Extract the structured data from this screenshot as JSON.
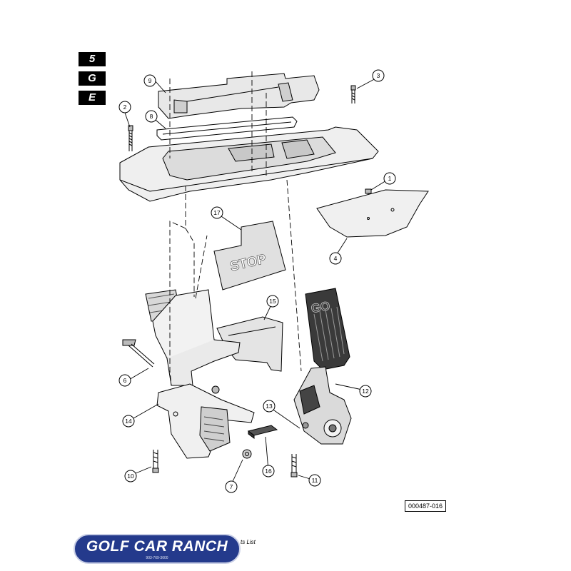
{
  "side_tabs": [
    "5",
    "G",
    "E"
  ],
  "callouts": [
    "1",
    "2",
    "3",
    "4",
    "6",
    "7",
    "8",
    "9",
    "10",
    "11",
    "12",
    "13",
    "14",
    "15",
    "16",
    "17"
  ],
  "pedal_labels": {
    "stop": "STOP",
    "go": "GO"
  },
  "figure_id": "000487-016",
  "logo": {
    "title": "GOLF CAR RANCH",
    "phone": "903-769-3600"
  },
  "caption_fragment": "ts List",
  "colors": {
    "logo_blue": "#243a8c",
    "part_fill": "#e6e6e6",
    "pedal_dark": "#3a3a3a"
  }
}
